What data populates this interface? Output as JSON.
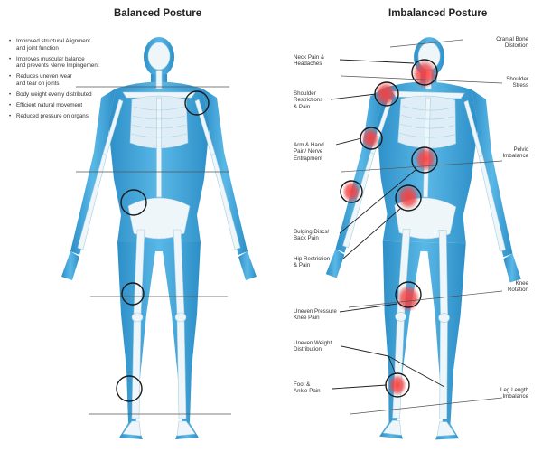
{
  "balanced": {
    "title": "Balanced Posture",
    "bullets": [
      "Improved structural Alignment\nand joint function",
      "Improves muscular balance\nand prevents Nerve Impingement",
      "Reduces uneven wear\nand tear on joints",
      "Body weight evenly distributed",
      "Efficient natural movement",
      "Reduced pressure on organs"
    ]
  },
  "imbalanced": {
    "title": "Imbalanced Posture",
    "left_labels": [
      "Neck Pain &\nHeadaches",
      "Shoulder\nRestrictions\n& Pain",
      "Arm & Hand\nPain/ Nerve\nEntrapment",
      "Bulging Discs/\nBack Pain",
      "Hip Restriction\n& Pain",
      "Uneven Pressure\nKnee Pain",
      "Uneven Weight\nDistribution",
      "Foot &\nAnkle Pain"
    ],
    "right_labels": [
      "Cranial Bone\nDistortion",
      "Shoulder\nStress",
      "Pelvic\nImbalance",
      "Knee\nRotation",
      "Leg Length\nImbalance"
    ]
  },
  "colors": {
    "body_blue": "#3aa3d8",
    "body_light": "#bfe6f7",
    "bone": "#eef6fa",
    "inflammation": "#e8303a",
    "line": "#333333",
    "text": "#222222"
  }
}
